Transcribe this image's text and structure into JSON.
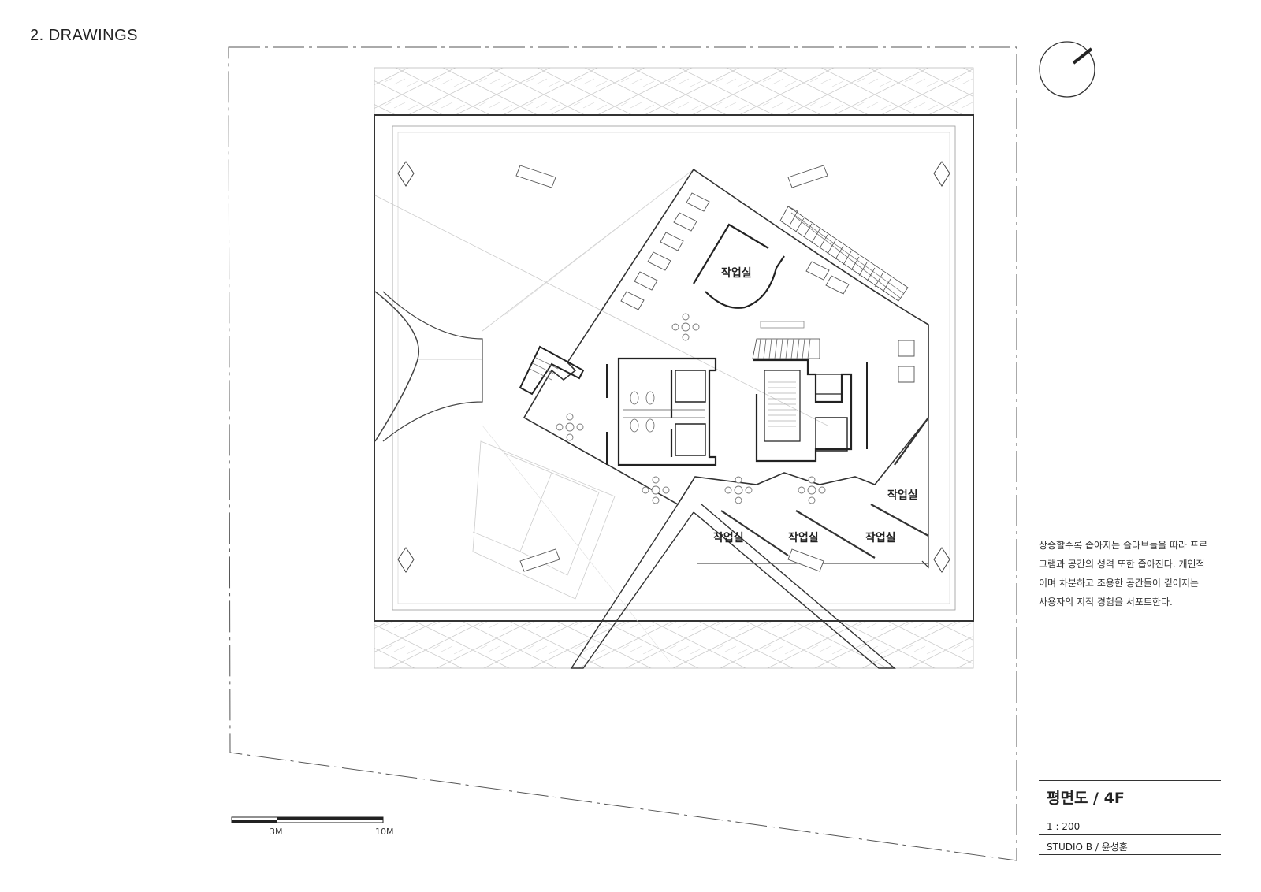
{
  "header": {
    "title": "2. DRAWINGS"
  },
  "plan": {
    "rooms": [
      {
        "label": "작업실"
      },
      {
        "label": "작업실"
      },
      {
        "label": "작업실"
      },
      {
        "label": "작업실"
      },
      {
        "label": "작업실"
      }
    ],
    "scale_bar": {
      "labels": [
        "3M",
        "10M"
      ]
    },
    "north_arrow": {
      "icon": "north-arrow-icon"
    }
  },
  "description": {
    "lines": [
      "상승할수록 좁아지는 슬라브들을 따라 프로",
      "그램과 공간의 성격 또한 좁아진다. 개인적",
      "이며 차분하고 조용한 공간들이 깊어지는",
      "사용자의 지적 경험을 서포트한다."
    ]
  },
  "title_block": {
    "title": "평면도 / 4F",
    "scale": "1 : 200",
    "studio": "STUDIO B / 윤성훈"
  }
}
